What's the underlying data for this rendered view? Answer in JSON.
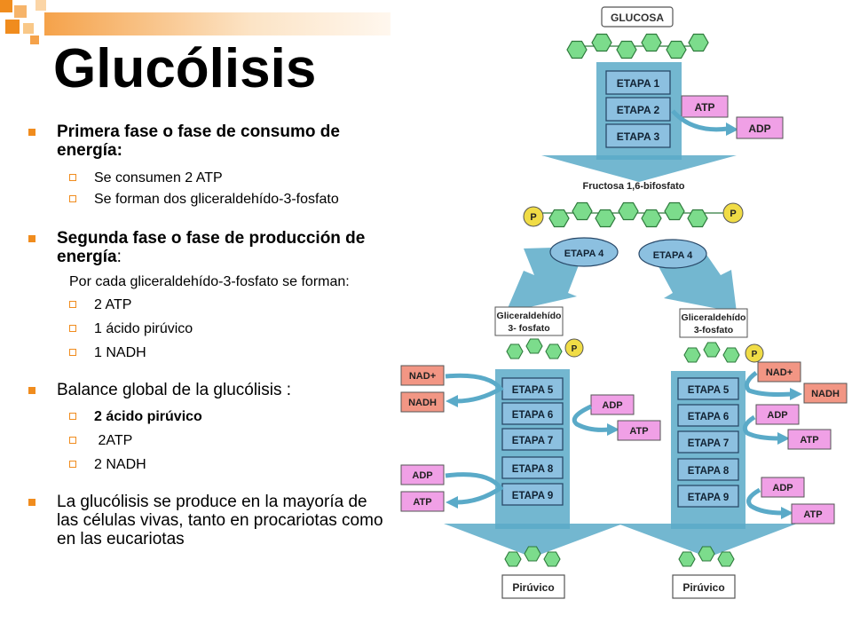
{
  "slide": {
    "title": "Glucólisis",
    "bullets": {
      "fase1_bold": "Primera fase o fase de consumo de energía:",
      "fase1_sub1": "Se consumen 2 ATP",
      "fase1_sub2": "Se forman dos gliceraldehído-3-fosfato",
      "fase2_bold": "Segunda fase o fase de producción de energía",
      "fase2_colon": ":",
      "fase2_note": "Por cada gliceraldehído-3-fosfato se forman:",
      "fase2_sub1": "2 ATP",
      "fase2_sub2": "1 ácido pirúvico",
      "fase2_sub3": "1 NADH",
      "balance": "Balance global de la glucólisis :",
      "balance_sub1": "2 ácido pirúvico",
      "balance_sub2": " 2ATP",
      "balance_sub3": "2 NADH",
      "final": "La glucólisis se produce en la mayoría de las células vivas, tanto en procariotas como en las eucariotas"
    }
  },
  "diagram": {
    "glucosa": "GLUCOSA",
    "etapa1": "ETAPA 1",
    "etapa2": "ETAPA 2",
    "etapa3": "ETAPA 3",
    "atp": "ATP",
    "adp": "ADP",
    "fructosa": "Fructosa 1,6-bifosfato",
    "p": "P",
    "etapa4": "ETAPA 4",
    "gliceraldehido_line1": "Gliceraldehído",
    "gliceraldehido_line2_left": "3- fosfato",
    "gliceraldehido_line2_right": "3-fosfato",
    "nadp": "NAD+",
    "nadh": "NADH",
    "etapa5": "ETAPA 5",
    "etapa6": "ETAPA 6",
    "etapa7": "ETAPA 7",
    "etapa8": "ETAPA 8",
    "etapa9": "ETAPA 9",
    "piruvico": "Pirúvico"
  },
  "colors": {
    "accent_orange": "#f08c1e",
    "hexagon_green": "#7cdc8c",
    "etapa_blue": "#6aa6cc",
    "arrow_blue": "#5aaac8",
    "atp_pink": "#f0a0e6",
    "nad_salmon": "#f29684",
    "phosphate_yellow": "#f0dc46"
  }
}
